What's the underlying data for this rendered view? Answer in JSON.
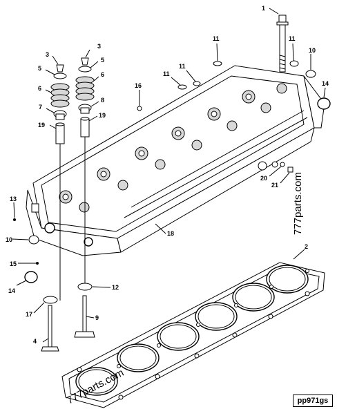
{
  "diagram": {
    "code": "pp971gs",
    "watermark": "777parts.com",
    "callouts": [
      "1",
      "2",
      "3",
      "3",
      "4",
      "5",
      "5",
      "6",
      "6",
      "7",
      "8",
      "9",
      "10",
      "10",
      "11",
      "11",
      "11",
      "11",
      "12",
      "13",
      "14",
      "14",
      "15",
      "16",
      "17",
      "18",
      "19",
      "19",
      "20",
      "21"
    ]
  }
}
